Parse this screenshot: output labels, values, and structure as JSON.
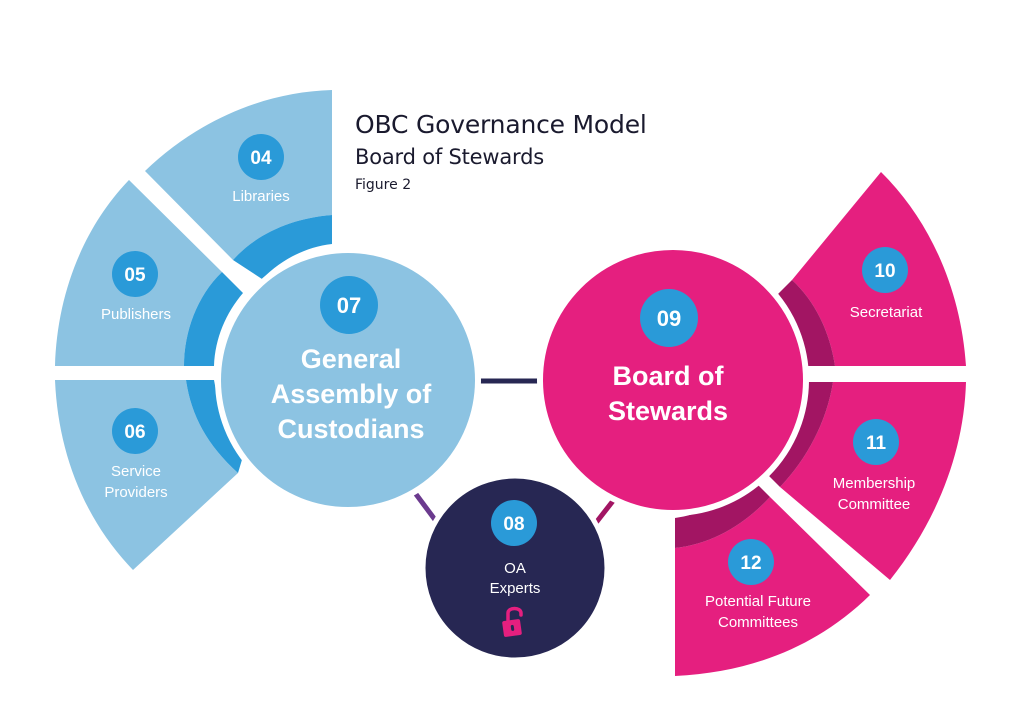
{
  "header": {
    "title": "OBC Governance Model",
    "subtitle": "Board of Stewards",
    "figure_label": "Figure 2"
  },
  "colors": {
    "light_blue": "#8cc3e2",
    "mid_blue": "#2a9ad8",
    "badge_blue": "#2a9ad8",
    "magenta": "#e51f7f",
    "dark_magenta": "#a21563",
    "navy": "#272753",
    "connector_dark": "#272753",
    "connector_purple": "#6b3a8e",
    "white": "#ffffff"
  },
  "left_group": {
    "segments": [
      {
        "number": "04",
        "label": [
          "Libraries"
        ]
      },
      {
        "number": "05",
        "label": [
          "Publishers"
        ]
      },
      {
        "number": "06",
        "label": [
          "Service",
          "Providers"
        ]
      }
    ],
    "hub": {
      "number": "07",
      "title": [
        "General",
        "Assembly of",
        "Custodians"
      ]
    }
  },
  "right_group": {
    "segments": [
      {
        "number": "10",
        "label": [
          "Secretariat"
        ]
      },
      {
        "number": "11",
        "label": [
          "Membership",
          "Committee"
        ]
      },
      {
        "number": "12",
        "label": [
          "Potential Future",
          "Committees"
        ]
      }
    ],
    "hub": {
      "number": "09",
      "title": [
        "Board of",
        "Stewards"
      ]
    }
  },
  "bottom_node": {
    "number": "08",
    "label": [
      "OA",
      "Experts"
    ],
    "icon": "open-padlock-icon"
  }
}
